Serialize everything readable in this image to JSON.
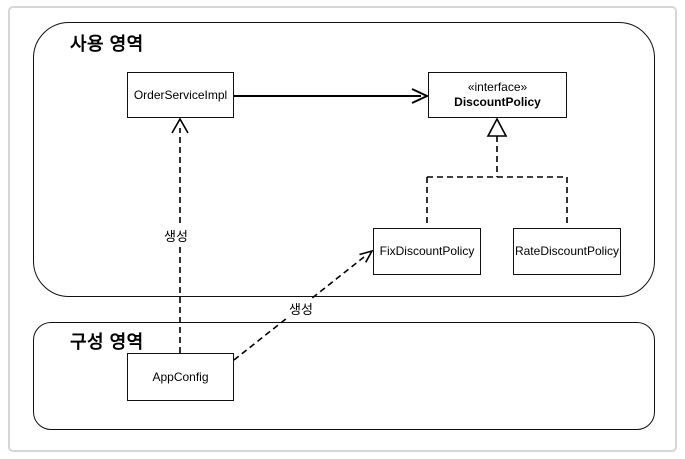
{
  "diagram": {
    "type": "uml-class-diagram",
    "regions": {
      "usage": {
        "label": "사용 영역"
      },
      "config": {
        "label": "구성 영역"
      }
    },
    "nodes": {
      "order_service_impl": {
        "label": "OrderServiceImpl"
      },
      "discount_policy": {
        "stereotype": "«interface»",
        "label": "DiscountPolicy"
      },
      "fix_discount_policy": {
        "label": "FixDiscountPolicy"
      },
      "rate_discount_policy": {
        "label": "RateDiscountPolicy"
      },
      "app_config": {
        "label": "AppConfig"
      }
    },
    "edges": {
      "depends": {
        "from": "OrderServiceImpl",
        "to": "DiscountPolicy",
        "style": "solid-open-arrow",
        "label": ""
      },
      "realize_fix": {
        "from": "FixDiscountPolicy",
        "to": "DiscountPolicy",
        "style": "dashed-hollow-triangle"
      },
      "realize_rate": {
        "from": "RateDiscountPolicy",
        "to": "DiscountPolicy",
        "style": "dashed-hollow-triangle"
      },
      "create_order_service": {
        "from": "AppConfig",
        "to": "OrderServiceImpl",
        "style": "dashed-open-arrow",
        "label": "생성"
      },
      "create_fix_discount": {
        "from": "AppConfig",
        "to": "FixDiscountPolicy",
        "style": "dashed-open-arrow",
        "label": "생성"
      }
    },
    "colors": {
      "line": "#000000",
      "outer_border": "#d6d6d6",
      "background": "#ffffff"
    }
  }
}
